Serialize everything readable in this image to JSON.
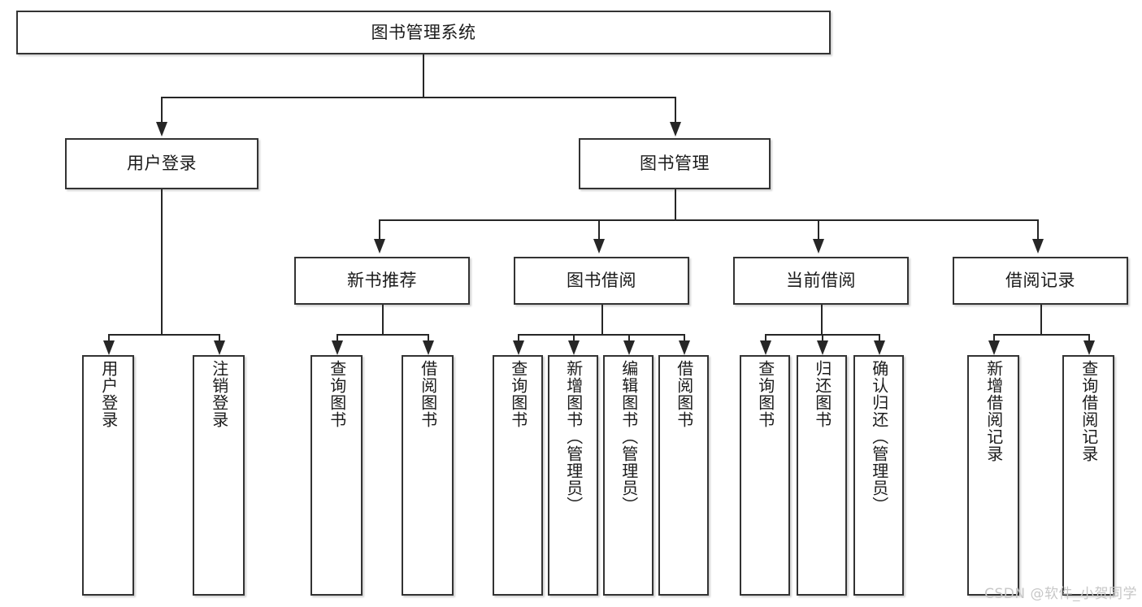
{
  "diagram": {
    "title": "图书管理系统",
    "type": "hierarchy-tree",
    "colors": {
      "box_border": "#333333",
      "box_fill": "#ffffff",
      "connector": "#262626",
      "text": "#1b1b1b",
      "watermark": "#c7c7c7",
      "background": "#ffffff"
    }
  },
  "root": {
    "label": "图书管理系统"
  },
  "level1": [
    {
      "label": "用户登录"
    },
    {
      "label": "图书管理"
    }
  ],
  "level2": [
    {
      "label": "新书推荐"
    },
    {
      "label": "图书借阅"
    },
    {
      "label": "当前借阅"
    },
    {
      "label": "借阅记录"
    }
  ],
  "leaves": {
    "user_login": [
      {
        "label": "用户登录"
      },
      {
        "label": "注销登录"
      }
    ],
    "new_book_recommend": [
      {
        "label": "查询图书"
      },
      {
        "label": "借阅图书"
      }
    ],
    "book_borrow": [
      {
        "label": "查询图书"
      },
      {
        "label": "新增图书（管理员）"
      },
      {
        "label": "编辑图书（管理员）"
      },
      {
        "label": "借阅图书"
      }
    ],
    "current_borrow": [
      {
        "label": "查询图书"
      },
      {
        "label": "归还图书"
      },
      {
        "label": "确认归还（管理员）"
      }
    ],
    "borrow_record": [
      {
        "label": "新增借阅记录"
      },
      {
        "label": "查询借阅记录"
      }
    ]
  },
  "watermark": {
    "text": "CSDN @软件_小贺同学"
  }
}
